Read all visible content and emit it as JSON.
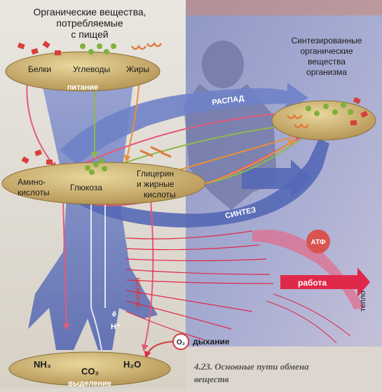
{
  "top_label": [
    "Органические вещества,",
    "потребляемые",
    "с пищей"
  ],
  "intake": {
    "proteins": "Белки",
    "carbs": "Углеводы",
    "fats": "Жиры",
    "plate": "питание"
  },
  "synth_label": [
    "Синтезированные",
    "органические",
    "вещества",
    "организма"
  ],
  "arrows": {
    "decay": "РАСПАД",
    "synthesis": "СИНТЕЗ"
  },
  "middle": {
    "amino": [
      "Амино-",
      "кислоты"
    ],
    "glucose": "Глюкоза",
    "glycerol": [
      "Глицерин",
      "и жирные",
      "кислоты"
    ]
  },
  "energy": {
    "label": "энергия",
    "atp": "АТФ",
    "work": "работа",
    "heat": "тепло",
    "electron": "ē",
    "proton": "H⁺"
  },
  "respiration": {
    "oxygen": "O₂",
    "label": "дыхание"
  },
  "excretion": {
    "nh3": "NH₃",
    "co2": "CO₂",
    "h2o": "H₂O",
    "plate": "выделение"
  },
  "caption": [
    "4.23. Основные пути обмена",
    "веществ"
  ],
  "colors": {
    "plate": "#cfb273",
    "flow": "#5a6fb8",
    "cycle": "#6f82c8",
    "energy": "#e0294a",
    "label_red": "#d43a3a"
  }
}
